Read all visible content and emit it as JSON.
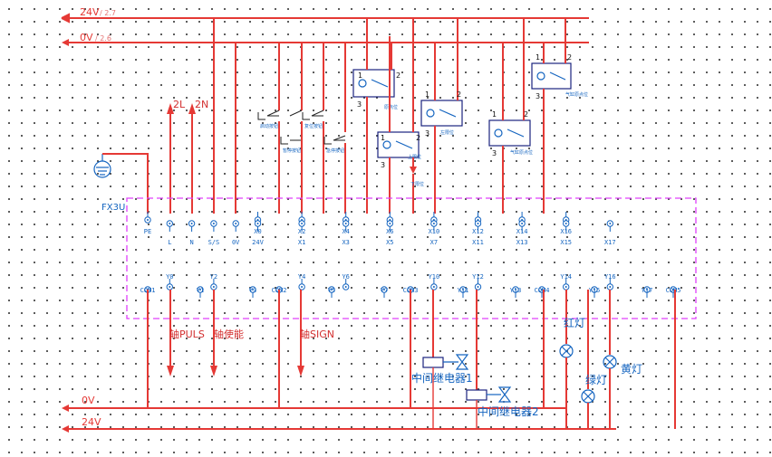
{
  "colors": {
    "wire": "#e53935",
    "component": "#1565c0",
    "plc_border": "#e040fb"
  },
  "rails": {
    "top_24v": "24V",
    "top_24v_note": "/ 2.7",
    "top_0v": "0V",
    "top_0v_note": "/ 2.6",
    "bottom_0v": "0V",
    "bottom_24v": "24V"
  },
  "power_inputs": {
    "l_label": "2L",
    "n_label": "2N"
  },
  "plc": {
    "model": "FX3U"
  },
  "input_top_labels": [
    "PE",
    "",
    "",
    "",
    "",
    "X0",
    "",
    "X2",
    "",
    "X4",
    "",
    "X6",
    "",
    "X10",
    "",
    "X12",
    "",
    "X14",
    "",
    "X16",
    ""
  ],
  "input_bottom_labels": [
    "",
    "L",
    "N",
    "S/S",
    "0V",
    "24V",
    "",
    "X1",
    "",
    "X3",
    "",
    "X5",
    "",
    "X7",
    "",
    "X11",
    "",
    "X13",
    "",
    "X15",
    "",
    "X17"
  ],
  "output_top_labels": [
    "",
    "Y0",
    "",
    "Y2",
    "",
    "",
    "",
    "Y4",
    "",
    "Y6",
    "",
    "",
    "",
    "Y10",
    "",
    "Y12",
    "",
    "",
    "",
    "Y14",
    "",
    "Y16",
    ""
  ],
  "output_bottom_labels": [
    "COM1",
    "",
    "Y1",
    "",
    "Y3",
    "COM2",
    "",
    "Y5",
    "",
    "Y7",
    "COM3",
    "",
    "Y11",
    "",
    "Y13",
    "COM4",
    "",
    "Y15",
    "",
    "Y17",
    "COM5"
  ],
  "switch_labels": [
    "启动按钮",
    "暂停按钮",
    "复位按钮",
    "急停按钮"
  ],
  "sensor_labels": [
    "原点位",
    "上限位",
    "左限位",
    "下限位",
    "气缸原点位",
    "气缸原点位"
  ],
  "sensor_pin_labels": [
    "1",
    "2",
    "3"
  ],
  "axis_labels": [
    "轴PULS",
    "轴使能",
    "轴SIGN"
  ],
  "relays": [
    "中间继电器1",
    "中间继电器2"
  ],
  "lamps": [
    "红灯",
    "绿灯",
    "黄灯"
  ]
}
